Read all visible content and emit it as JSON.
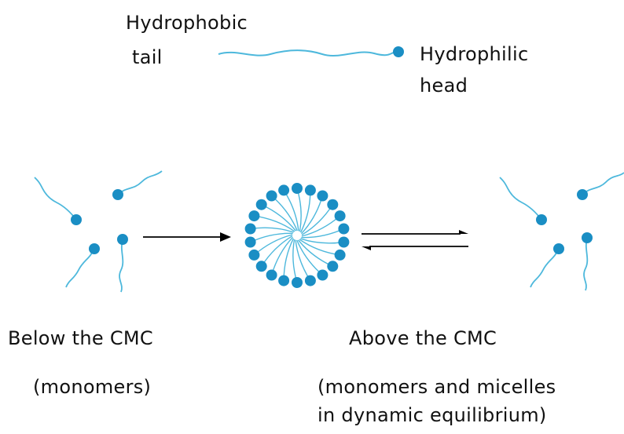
{
  "legend": {
    "tail_line1": "Hydrophobic",
    "tail_line2": "tail",
    "head_line1": "Hydrophilic",
    "head_line2": "head"
  },
  "left_state": {
    "title": "Below the CMC",
    "subtitle": "(monomers)"
  },
  "right_state": {
    "title": "Above the CMC",
    "subtitle_line1": "(monomers and micelles",
    "subtitle_line2": "in dynamic equilibrium)"
  },
  "colors": {
    "head": "#1a8ec4",
    "tail": "#4db8dc",
    "arrow": "#000000",
    "text": "#111111"
  }
}
